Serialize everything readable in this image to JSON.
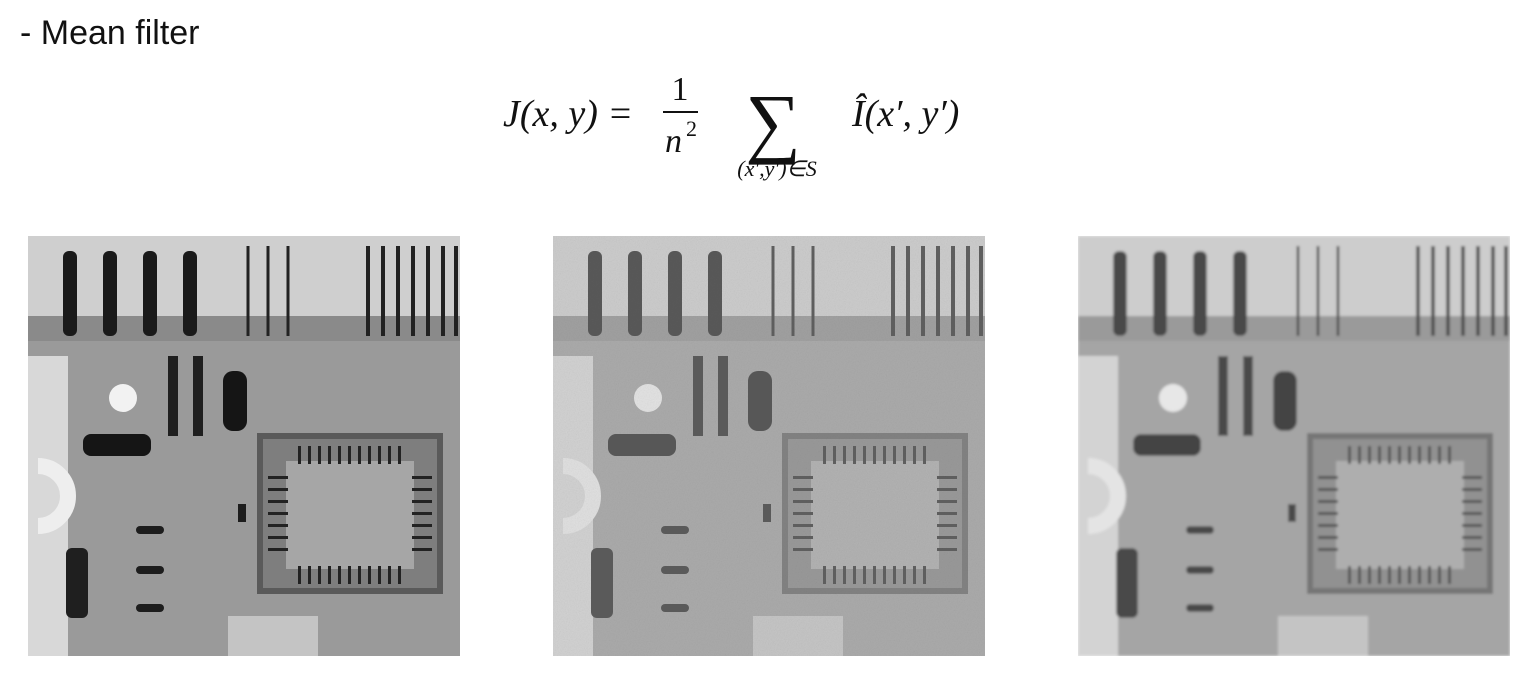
{
  "slide": {
    "heading": "- Mean filter"
  },
  "formula": {
    "lhs": "J(x, y) =",
    "numerator": "1",
    "denominator": "n",
    "denominator_power": "2",
    "operator": "∑",
    "subscript": "(x′,y′)∈S",
    "term": "Î(x′, y′)"
  },
  "images": [
    {
      "name": "original-xray-circuit-board"
    },
    {
      "name": "noisy-xray-circuit-board"
    },
    {
      "name": "mean-filtered-xray-circuit-board"
    }
  ]
}
